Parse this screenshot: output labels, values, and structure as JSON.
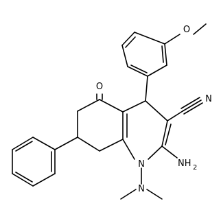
{
  "molecule": {
    "atom_labels": {
      "methoxy_o": "O",
      "ketone_o": "O",
      "nitrile_n": "N",
      "ring_n": "N",
      "dimethylamino_n": "N",
      "amine_n": "NH",
      "amine_h_subscript": "2"
    }
  },
  "colors": {
    "bond": "#000000",
    "text": "#000000",
    "background": "#ffffff"
  }
}
